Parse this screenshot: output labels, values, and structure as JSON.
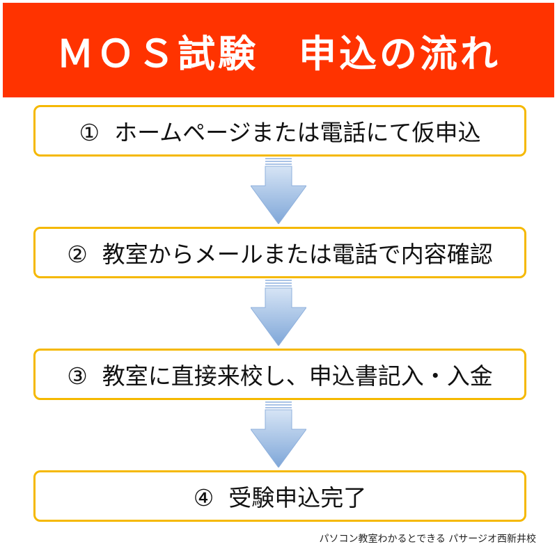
{
  "title": "ＭＯＳ試験　申込の流れ",
  "steps": [
    {
      "label": "①  ホームページまたは電話にて仮申込"
    },
    {
      "label": "②  教室からメールまたは電話で内容確認"
    },
    {
      "label": "③  教室に直接来校し、申込書記入・入金"
    },
    {
      "label": "④  受験申込完了"
    }
  ],
  "footer": "パソコン教室わかるとできる パサージオ西新井校",
  "colors": {
    "banner": "#ff3300",
    "box_border": "#f5b800",
    "arrow_light": "#d6e4f5",
    "arrow_dark": "#7ea6d8"
  }
}
